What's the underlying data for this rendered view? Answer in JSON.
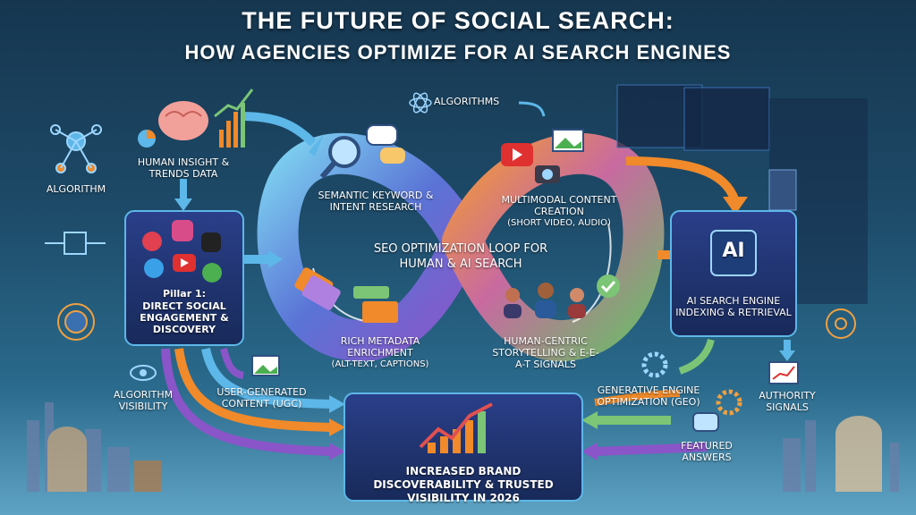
{
  "title": {
    "line1": "THE FUTURE OF SOCIAL SEARCH:",
    "line2": "HOW AGENCIES OPTIMIZE FOR AI SEARCH ENGINES"
  },
  "left": {
    "algorithm": "ALGORITHM",
    "human_insight": "HUMAN INSIGHT & TRENDS DATA",
    "pillar": "Pillar 1:",
    "pillar_text": "DIRECT SOCIAL ENGAGEMENT & DISCOVERY",
    "algorithm_visibility": "ALGORITHM VISIBILITY",
    "ugc": "USER-GENERATED CONTENT (UGC)"
  },
  "loop": {
    "algorithms": "ALGORITHMS",
    "semantic": "SEMANTIC KEYWORD & INTENT RESEARCH",
    "multimodal": "MULTIMODAL CONTENT CREATION",
    "multimodal_sub": "(SHORT VIDEO, AUDIO)",
    "center": "SEO OPTIMIZATION LOOP FOR HUMAN & AI SEARCH",
    "metadata": "RICH METADATA ENRICHMENT",
    "metadata_sub": "(ALT-TEXT, CAPTIONS)",
    "human_centric": "HUMAN-CENTRIC STORYTELLING & E-E-A-T SIGNALS"
  },
  "right": {
    "ai_badge": "AI",
    "ai_engine": "AI SEARCH ENGINE INDEXING & RETRIEVAL",
    "geo": "GENERATIVE ENGINE OPTIMIZATION (GEO)",
    "authority": "AUTHORITY SIGNALS",
    "featured": "FEATURED ANSWERS"
  },
  "bottom": {
    "result": "INCREASED BRAND DISCOVERABILITY & TRUSTED VISIBILITY IN 2026"
  },
  "icons": [
    "network-icon",
    "brain-icon",
    "chart-icon",
    "chat-icon",
    "magnifier-icon",
    "video-icon",
    "camera-icon",
    "people-icon",
    "tag-icon",
    "ai-chip-icon",
    "gear-icon",
    "document-icon",
    "eye-icon",
    "image-icon",
    "social-icons"
  ],
  "colors": {
    "loop_left": "#5a7fd6",
    "loop_right": "#e98a3a",
    "accent": "#5db7e8",
    "orange": "#f08a2a",
    "green": "#7cc576"
  }
}
